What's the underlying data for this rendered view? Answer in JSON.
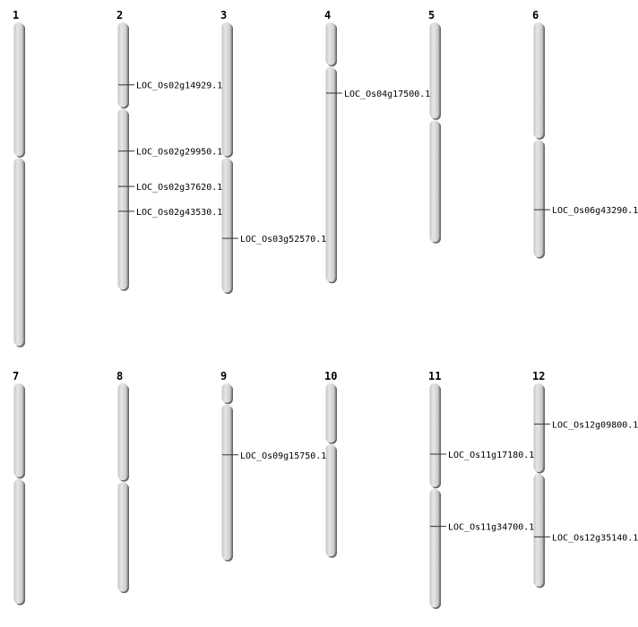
{
  "title": "Rice chromosome gene location map",
  "units": "Mb",
  "colors": {
    "chromosome": "#d6d6d6",
    "outline": "#888888",
    "marker": "#333333"
  },
  "chromosomes": [
    {
      "label": "1",
      "length": 43.0,
      "centromere": 17.9,
      "genes": []
    },
    {
      "label": "2",
      "length": 35.5,
      "centromere": 11.4,
      "genes": [
        {
          "name": "LOC_Os02g14929.1",
          "pos": 8.3
        },
        {
          "name": "LOC_Os02g29950.1",
          "pos": 17.1
        },
        {
          "name": "LOC_Os02g37620.1",
          "pos": 21.8
        },
        {
          "name": "LOC_Os02g43530.1",
          "pos": 25.1
        }
      ]
    },
    {
      "label": "3",
      "length": 35.9,
      "centromere": 17.9,
      "genes": [
        {
          "name": "LOC_Os03g52570.1",
          "pos": 28.7
        }
      ]
    },
    {
      "label": "4",
      "length": 34.5,
      "centromere": 5.8,
      "genes": [
        {
          "name": "LOC_Os04g17500.1",
          "pos": 9.4
        }
      ]
    },
    {
      "label": "5",
      "length": 29.2,
      "centromere": 12.9,
      "genes": []
    },
    {
      "label": "6",
      "length": 31.2,
      "centromere": 15.5,
      "genes": [
        {
          "name": "LOC_Os06g43290.1",
          "pos": 24.9
        }
      ]
    },
    {
      "label": "7",
      "length": 29.3,
      "centromere": 12.6,
      "genes": []
    },
    {
      "label": "8",
      "length": 27.7,
      "centromere": 13.0,
      "genes": []
    },
    {
      "label": "9",
      "length": 23.5,
      "centromere": 2.7,
      "genes": [
        {
          "name": "LOC_Os09g15750.1",
          "pos": 9.5
        }
      ]
    },
    {
      "label": "10",
      "length": 23.0,
      "centromere": 8.0,
      "genes": []
    },
    {
      "label": "11",
      "length": 29.8,
      "centromere": 13.9,
      "genes": [
        {
          "name": "LOC_Os11g17180.1",
          "pos": 9.4
        },
        {
          "name": "LOC_Os11g34700.1",
          "pos": 19.0
        }
      ]
    },
    {
      "label": "12",
      "length": 27.0,
      "centromere": 11.9,
      "genes": [
        {
          "name": "LOC_Os12g09800.1",
          "pos": 5.4
        },
        {
          "name": "LOC_Os12g35140.1",
          "pos": 20.4
        }
      ]
    }
  ]
}
